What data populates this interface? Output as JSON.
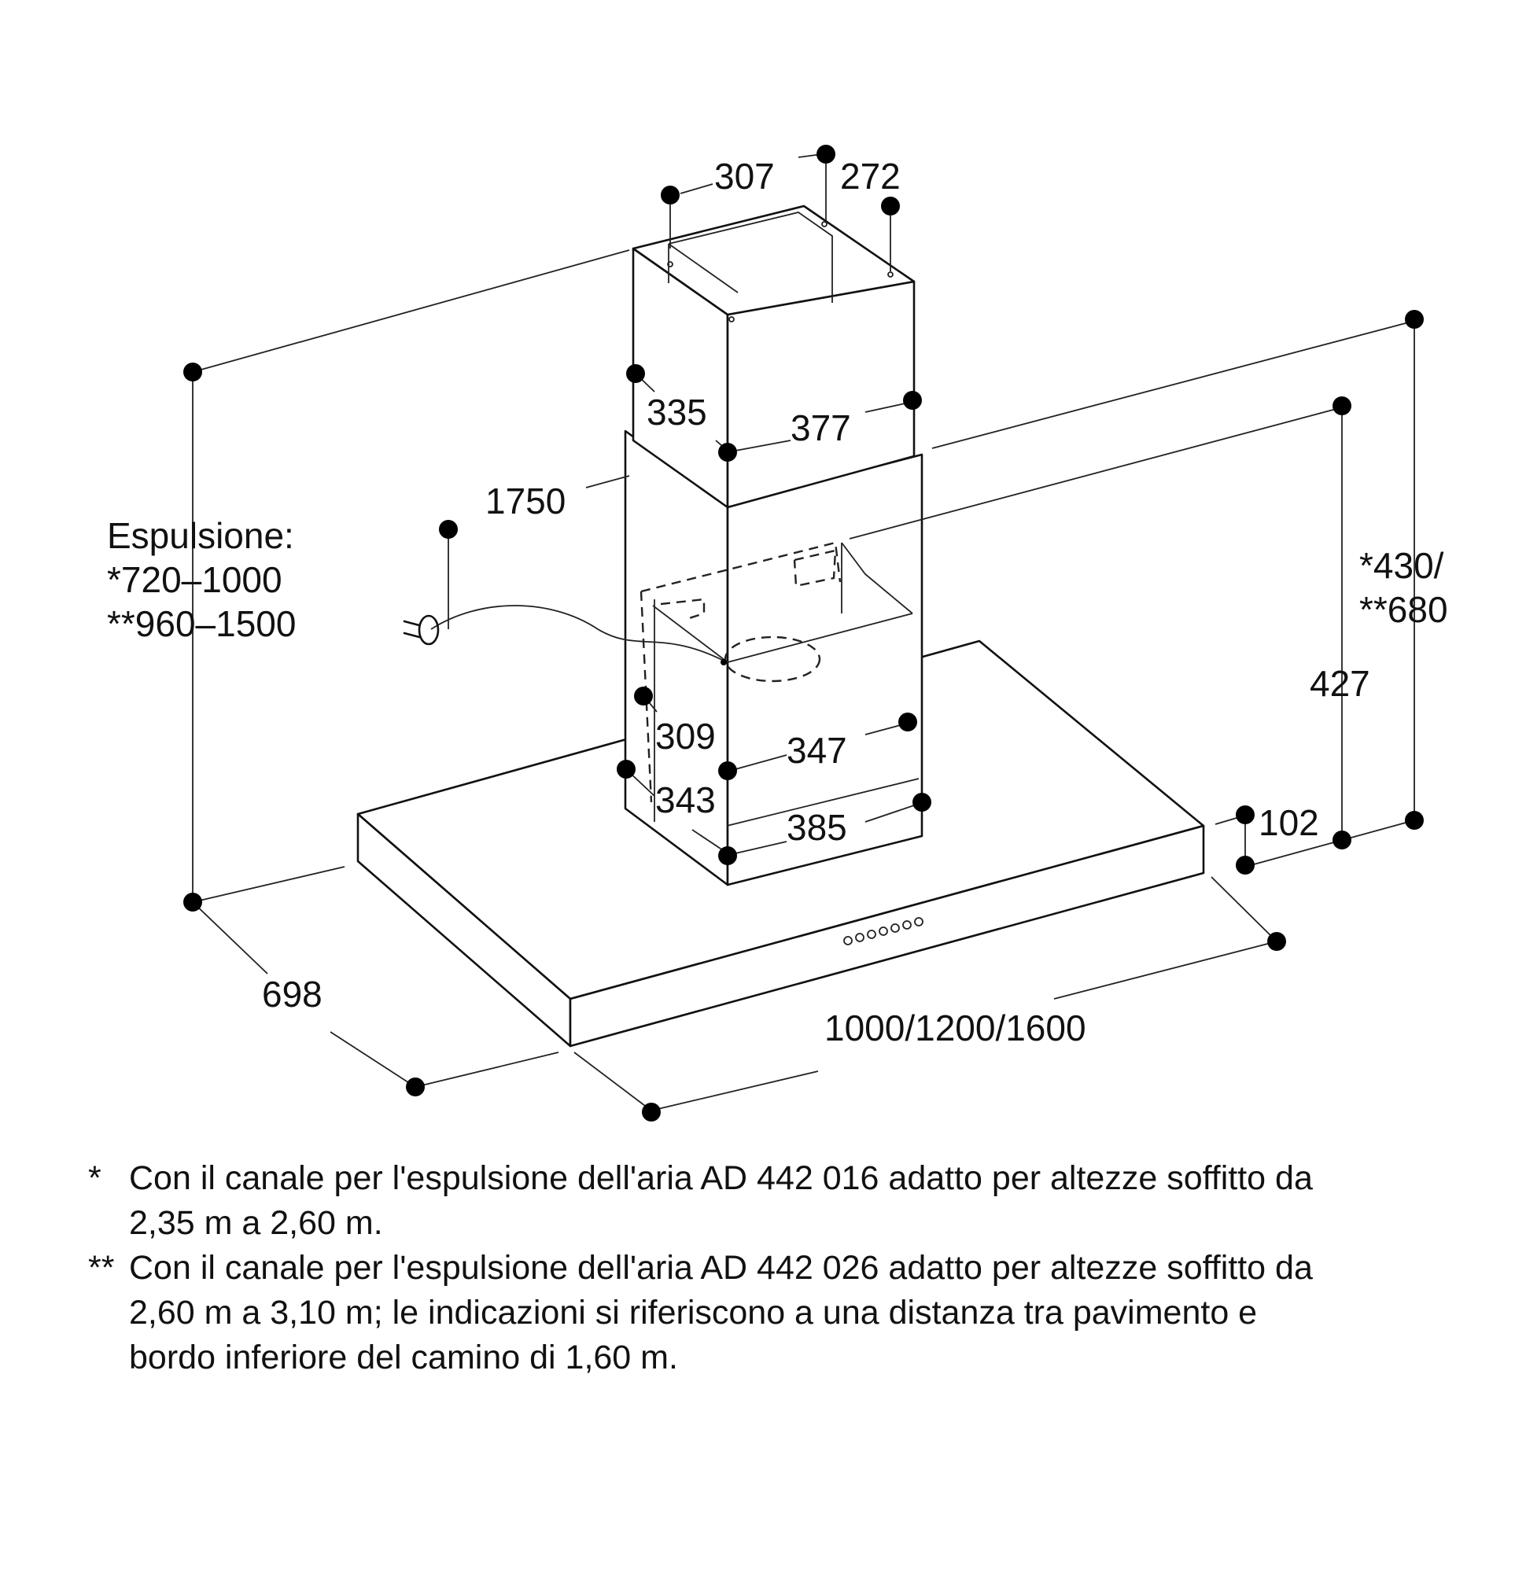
{
  "diagram": {
    "dimensions": {
      "top_depth": "307",
      "top_width": "272",
      "upper_chimney_depth": "335",
      "upper_chimney_width": "377",
      "cable_length": "1750",
      "exhaust_label": "Espulsione:",
      "exhaust_range_1": "*720–1000",
      "exhaust_range_2": "**960–1500",
      "height_alt_1": "*430/",
      "height_alt_2": "**680",
      "height_main": "427",
      "lower_chimney_depth": "309",
      "lower_chimney_width": "347",
      "base_chimney_depth": "343",
      "base_chimney_width": "385",
      "canopy_height": "102",
      "hood_depth": "698",
      "hood_width": "1000/1200/1600"
    }
  },
  "notes": [
    {
      "mark": "*",
      "text": "Con il canale per l'espulsione dell'aria AD 442 016 adatto per altezze soffitto da 2,35 m a 2,60 m."
    },
    {
      "mark": "**",
      "text": "Con il canale per l'espulsione dell'aria AD 442 026 adatto per altezze soffitto da 2,60 m a 3,10 m; le indicazioni si riferiscono a una distanza tra pavimento e bordo inferiore del camino di 1,60 m."
    }
  ]
}
